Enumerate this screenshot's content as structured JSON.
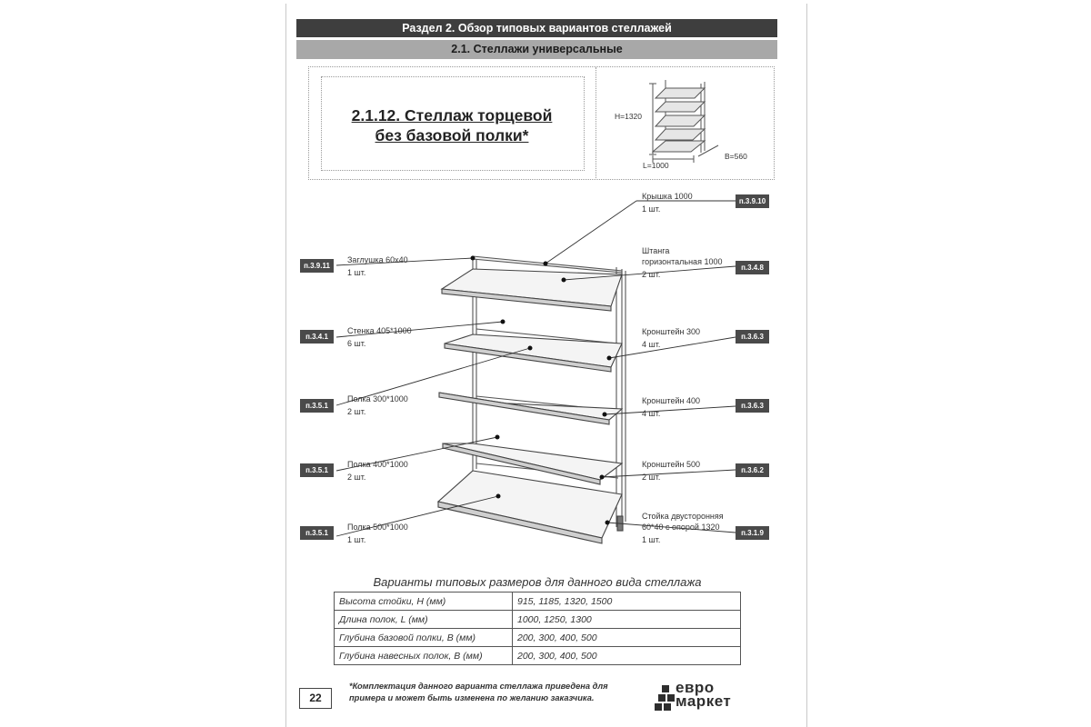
{
  "header": {
    "section_title": "Раздел 2. Обзор типовых вариантов стеллажей",
    "subsection_title": "2.1. Стеллажи универсальные"
  },
  "unit": {
    "title_line1": "2.1.12. Стеллаж торцевой",
    "title_line2": "без базовой полки*"
  },
  "mini_diagram": {
    "height_label": "H=1320",
    "length_label": "L=1000",
    "depth_label": "B=560"
  },
  "callouts_left": [
    {
      "name": "Заглушка 60х40",
      "qty": "1 шт.",
      "ref": "п.3.9.11"
    },
    {
      "name": "Стенка 405*1000",
      "qty": "6 шт.",
      "ref": "п.3.4.1"
    },
    {
      "name": "Полка 300*1000",
      "qty": "2 шт.",
      "ref": "п.3.5.1"
    },
    {
      "name": "Полка 400*1000",
      "qty": "2 шт.",
      "ref": "п.3.5.1"
    },
    {
      "name": "Полка 500*1000",
      "qty": "1 шт.",
      "ref": "п.3.5.1"
    }
  ],
  "callouts_right": [
    {
      "name": "Крышка 1000",
      "name2": "",
      "qty": "1 шт.",
      "ref": "п.3.9.10"
    },
    {
      "name": "Штанга",
      "name2": "горизонтальная 1000",
      "qty": "2 шт.",
      "ref": "п.3.4.8"
    },
    {
      "name": "Кронштейн 300",
      "name2": "",
      "qty": "4 шт.",
      "ref": "п.3.6.3"
    },
    {
      "name": "Кронштейн 400",
      "name2": "",
      "qty": "4 шт.",
      "ref": "п.3.6.3"
    },
    {
      "name": "Кронштейн 500",
      "name2": "",
      "qty": "2 шт.",
      "ref": "п.3.6.2"
    },
    {
      "name": "Стойка двусторонняя",
      "name2": "60*40 с опорой 1320",
      "qty": "1 шт.",
      "ref": "п.3.1.9"
    }
  ],
  "sizes_table": {
    "caption": "Варианты типовых размеров для данного вида стеллажа",
    "rows": [
      [
        "Высота стойки, H (мм)",
        "915, 1185, 1320, 1500"
      ],
      [
        "Длина полок, L (мм)",
        "1000, 1250, 1300"
      ],
      [
        "Глубина базовой полки, B (мм)",
        "200, 300, 400, 500"
      ],
      [
        "Глубина навесных полок, B (мм)",
        "200, 300, 400, 500"
      ]
    ]
  },
  "footer": {
    "page_number": "22",
    "note_line1": "*Комплектация данного варианта стеллажа приведена для",
    "note_line2": "примера и может быть изменена по желанию заказчика.",
    "logo_line1": "евро",
    "logo_line2": "маркет"
  }
}
